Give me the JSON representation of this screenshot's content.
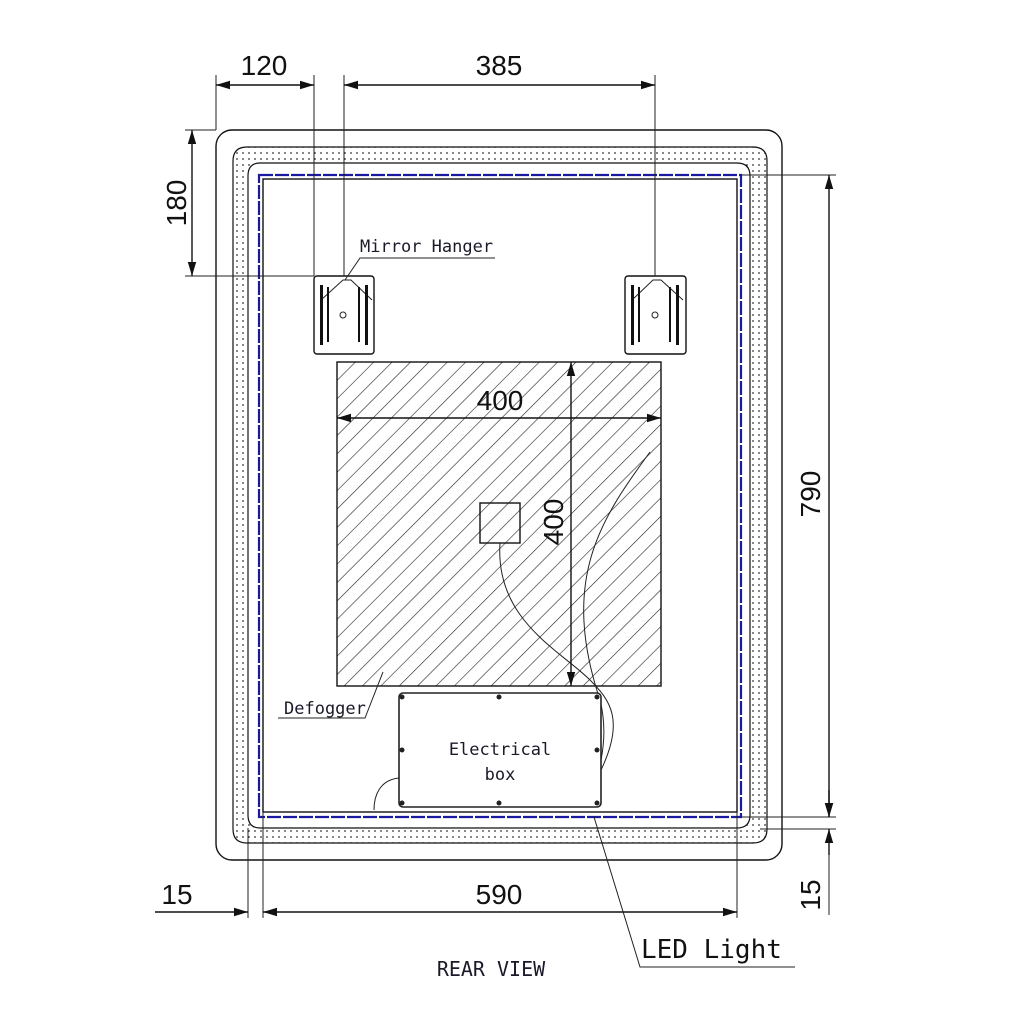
{
  "title": "REAR VIEW",
  "dimensions": {
    "hanger_offset": "120",
    "hanger_spacing": "385",
    "hanger_top": "180",
    "height": "790",
    "width": "590",
    "border_left": "15",
    "border_bottom": "15",
    "defogger_width": "400",
    "defogger_height": "400"
  },
  "labels": {
    "mirror_hanger": "Mirror Hanger",
    "defogger": "Defogger",
    "electrical_box_line1": "Electrical",
    "electrical_box_line2": "box",
    "led_light": "LED Light"
  },
  "colors": {
    "led": "#1a1aa0",
    "line": "#111111"
  }
}
